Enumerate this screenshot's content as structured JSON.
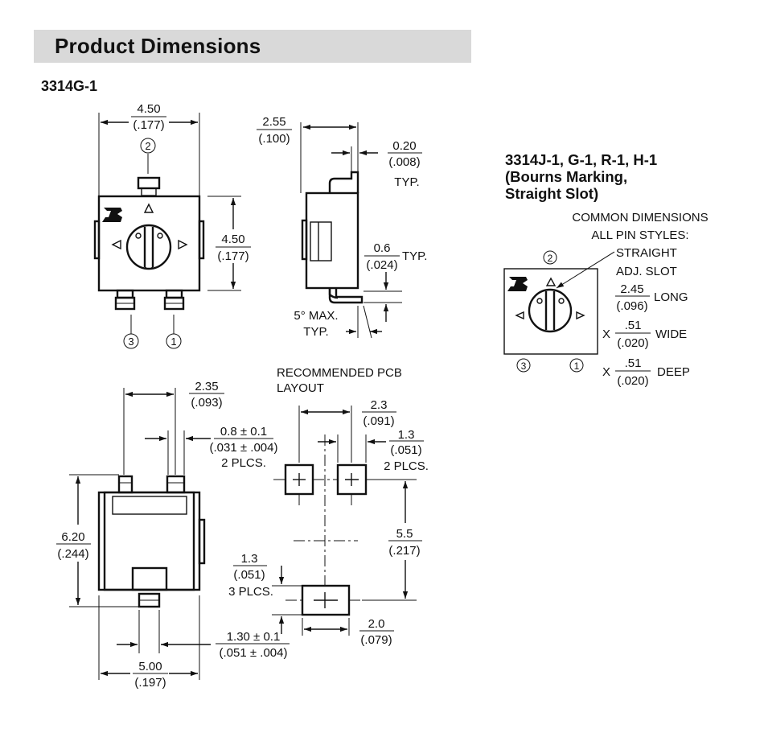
{
  "header": {
    "title": "Product Dimensions"
  },
  "model": {
    "label": "3314G-1"
  },
  "side": {
    "title_lines": [
      "3314J-1, G-1, R-1, H-1",
      "(Bourns Marking,",
      "Straight Slot)"
    ],
    "common": [
      "COMMON DIMENSIONS",
      "ALL PIN STYLES:"
    ],
    "slot": [
      "STRAIGHT",
      "ADJ. SLOT"
    ],
    "long": {
      "num": "2.45",
      "den": "(.096)",
      "label": "LONG"
    },
    "wide": {
      "prefix": "X",
      "num": ".51",
      "den": "(.020)",
      "label": "WIDE"
    },
    "deep": {
      "prefix": "X",
      "num": ".51",
      "den": "(.020)",
      "label": "DEEP"
    },
    "pins": {
      "p2": "2",
      "p3": "3",
      "p1": "1"
    }
  },
  "top_view": {
    "width": {
      "num": "4.50",
      "den": "(.177)"
    },
    "height": {
      "num": "4.50",
      "den": "(.177)"
    },
    "pins": {
      "p2": "2",
      "p3": "3",
      "p1": "1"
    }
  },
  "side_view": {
    "depth": {
      "num": "2.55",
      "den": "(.100)"
    },
    "lead_thickness": {
      "num": "0.20",
      "den": "(.008)",
      "note": "TYP."
    },
    "lead_height": {
      "num": "0.6",
      "den": "(.024)",
      "note": "TYP."
    },
    "angle": {
      "line1": "5° MAX.",
      "line2": "TYP."
    }
  },
  "bottom_view": {
    "pin_spacing": {
      "num": "2.35",
      "den": "(.093)"
    },
    "pin_width": {
      "num": "0.8 ± 0.1",
      "den": "(.031 ± .004)",
      "note": "2 PLCS."
    },
    "height": {
      "num": "6.20",
      "den": "(.244)"
    },
    "tab_width": {
      "num": "1.30 ± 0.1",
      "den": "(.051 ± .004)"
    },
    "width": {
      "num": "5.00",
      "den": "(.197)"
    }
  },
  "pcb": {
    "title": [
      "RECOMMENDED PCB",
      "LAYOUT"
    ],
    "pad_spacing": {
      "num": "2.3",
      "den": "(.091)"
    },
    "pad_width": {
      "num": "1.3",
      "den": "(.051)",
      "note": "2 PLCS."
    },
    "row_spacing": {
      "num": "5.5",
      "den": "(.217)"
    },
    "pad_height": {
      "num": "1.3",
      "den": "(.051)",
      "note": "3 PLCS."
    },
    "big_pad_width": {
      "num": "2.0",
      "den": "(.079)"
    }
  }
}
